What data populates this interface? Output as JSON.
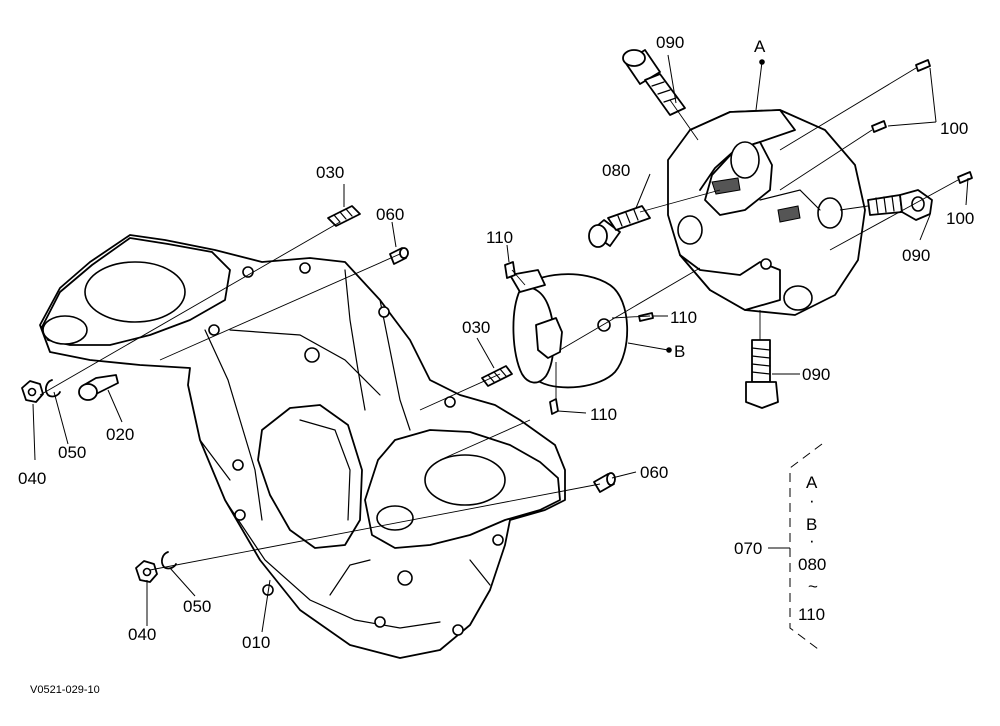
{
  "labels": {
    "p010": "010",
    "p020": "020",
    "p030_top": "030",
    "p030_mid": "030",
    "p040_top": "040",
    "p040_bottom": "040",
    "p050_top": "050",
    "p050_bottom": "050",
    "p060_top": "060",
    "p060_bottom": "060",
    "p070": "070",
    "p080": "080",
    "p090_top": "090",
    "p090_right": "090",
    "p090_bottom": "090",
    "p100_top": "100",
    "p100_right": "100",
    "p110_top": "110",
    "p110_mid": "110",
    "p110_bottom": "110",
    "ref_a": "A",
    "ref_b": "B"
  },
  "assembly_group": {
    "label": "070",
    "lines": [
      "A",
      "·",
      "B",
      "·",
      "080",
      "~",
      "110"
    ]
  },
  "figure_code": "V0521-029-10"
}
